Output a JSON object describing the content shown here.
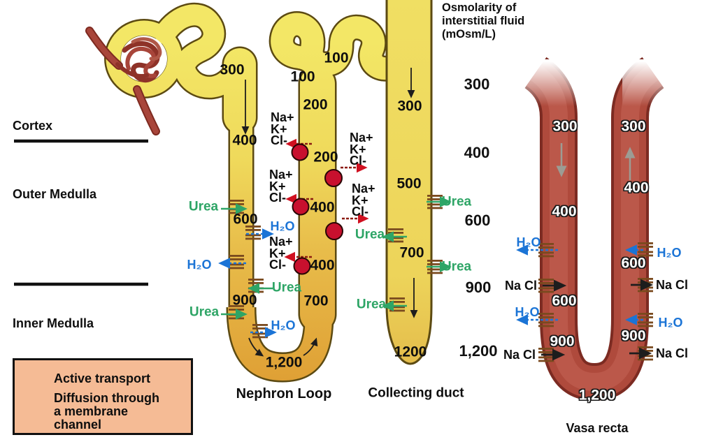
{
  "scale": {
    "title_line1": "Osmolarity of",
    "title_line2": "interstitial fluid",
    "title_line3": "(mOsm/L)",
    "values": [
      "300",
      "400",
      "600",
      "900",
      "1,200"
    ]
  },
  "regions": {
    "cortex": "Cortex",
    "outer": "Outer Medulla",
    "inner": "Inner Medulla"
  },
  "structure_labels": {
    "nephron_loop": "Nephron Loop",
    "collecting_duct": "Collecting duct",
    "vasa_recta": "Vasa recta"
  },
  "molecules": {
    "urea": "Urea",
    "water": "H₂O",
    "nacl": "Na Cl",
    "na": "Na+",
    "k": "K+",
    "cl": "Cl-"
  },
  "nephron": {
    "proximal": "300",
    "descending": [
      "400",
      "600",
      "900"
    ],
    "loop_bottom": "1,200",
    "ascending_top": [
      "100",
      "100",
      "200"
    ],
    "ascending": [
      "200",
      "400",
      "400",
      "700"
    ]
  },
  "duct": {
    "values": [
      "300",
      "500",
      "700",
      "1200"
    ]
  },
  "vasa": {
    "descending": [
      "300",
      "400",
      "600",
      "900"
    ],
    "ascending": [
      "300",
      "400",
      "600",
      "900"
    ],
    "bottom": "1,200"
  },
  "legend": {
    "active": "Active transport",
    "diff1": "Diffusion through",
    "diff2": "a membrane",
    "diff3": "channel"
  },
  "colors": {
    "tube_yellow": "#F2E35C",
    "tube_orange": "#DFA035",
    "vasa_red": "#AF4A3C",
    "pump_red": "#C8102E",
    "urea_green": "#2EA566",
    "water_blue": "#1B74D6",
    "legend_bg": "#F5BB95"
  }
}
